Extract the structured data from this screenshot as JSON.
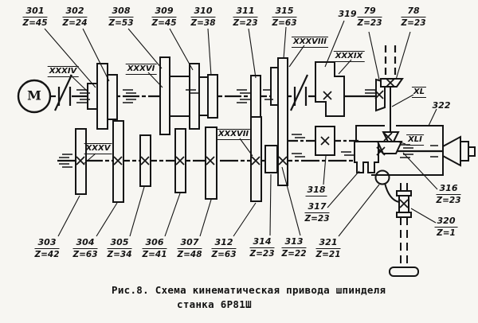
{
  "figure": {
    "caption": {
      "line1": "Рис.8.  Схема кинематическая привода шпинделя",
      "line2": "станка 6Р81Ш"
    },
    "motor": {
      "letter": "М"
    }
  },
  "shafts": {
    "s34": "XXXIV",
    "s35": "XXXV",
    "s36": "XXXVI",
    "s37": "XXXVII",
    "s38": "XXXVIII",
    "s39": "XXXIX",
    "s40": "XL",
    "s41": "XLI"
  },
  "parts": {
    "p318": "318",
    "p319": "319",
    "p322": "322"
  },
  "labels": {
    "g301": {
      "no": "301",
      "z": "Z=45"
    },
    "g302": {
      "no": "302",
      "z": "Z=24"
    },
    "g308": {
      "no": "308",
      "z": "Z=53"
    },
    "g309": {
      "no": "309",
      "z": "Z=45"
    },
    "g310": {
      "no": "310",
      "z": "Z=38"
    },
    "g311": {
      "no": "311",
      "z": "Z=23"
    },
    "g315": {
      "no": "315",
      "z": "Z=63"
    },
    "g79": {
      "no": "79",
      "z": "Z=23"
    },
    "g78": {
      "no": "78",
      "z": "Z=23"
    },
    "g303": {
      "no": "303",
      "z": "Z=42"
    },
    "g304": {
      "no": "304",
      "z": "Z=63"
    },
    "g305": {
      "no": "305",
      "z": "Z=34"
    },
    "g306": {
      "no": "306",
      "z": "Z=41"
    },
    "g307": {
      "no": "307",
      "z": "Z=48"
    },
    "g312": {
      "no": "312",
      "z": "Z=63"
    },
    "g314": {
      "no": "314",
      "z": "Z=23"
    },
    "g313": {
      "no": "313",
      "z": "Z=22"
    },
    "g321": {
      "no": "321",
      "z": "Z=21"
    },
    "g317": {
      "no": "317",
      "z": "Z=23"
    },
    "g316": {
      "no": "316",
      "z": "Z=23"
    },
    "g320": {
      "no": "320",
      "z": "Z=1"
    }
  }
}
